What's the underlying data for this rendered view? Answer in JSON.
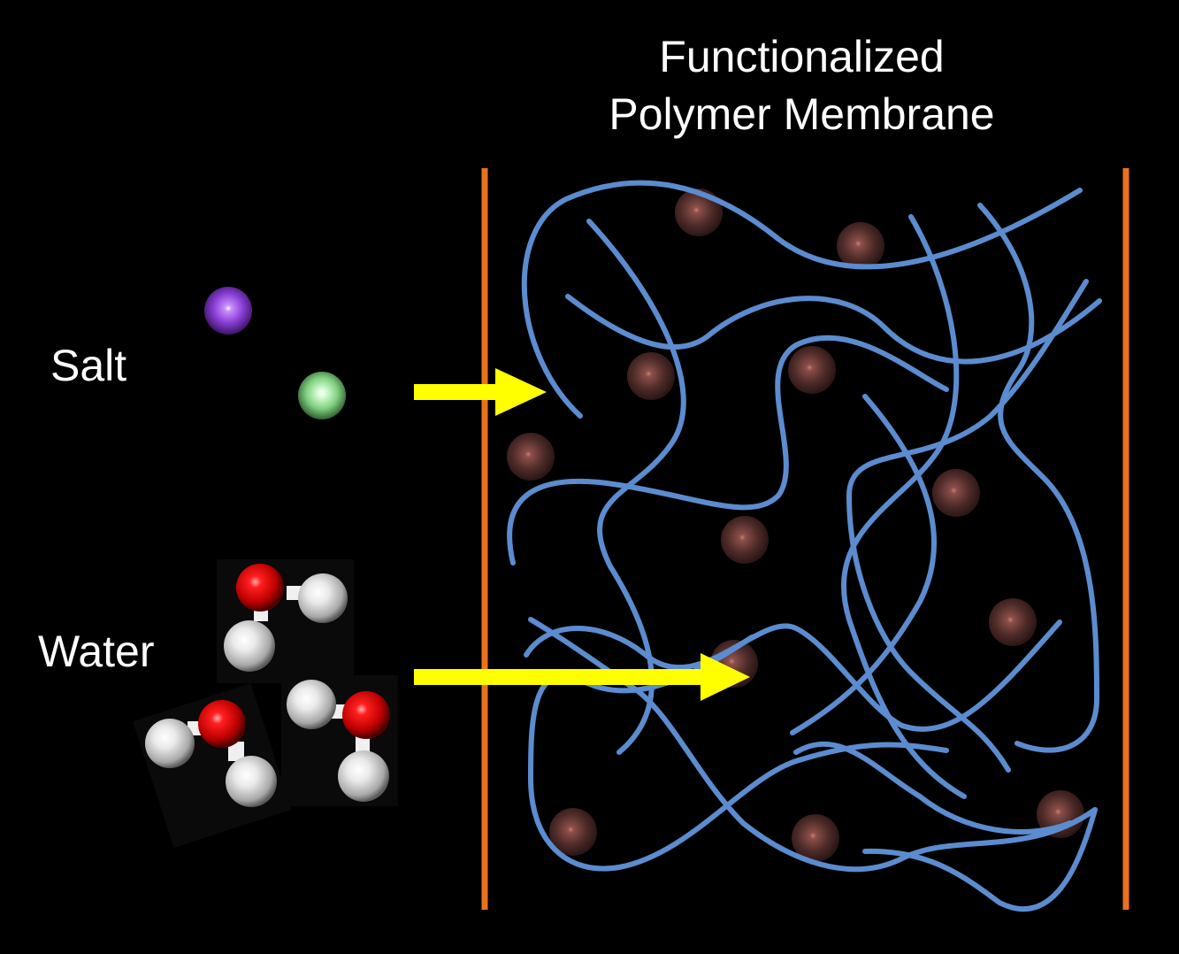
{
  "title": {
    "line1": "Functionalized",
    "line2": "Polymer Membrane"
  },
  "labels": {
    "salt": "Salt",
    "water": "Water"
  },
  "colors": {
    "background": "#000000",
    "membrane_wall": "#e8731c",
    "polymer_chain": "#5b8ccf",
    "arrow": "#ffff00",
    "functional_group": "#5a3330",
    "salt_cation": "#8e44d6",
    "salt_anion": "#8fe08f",
    "oxygen": "#e00000",
    "hydrogen": "#e8e8e8",
    "text": "#ffffff"
  }
}
